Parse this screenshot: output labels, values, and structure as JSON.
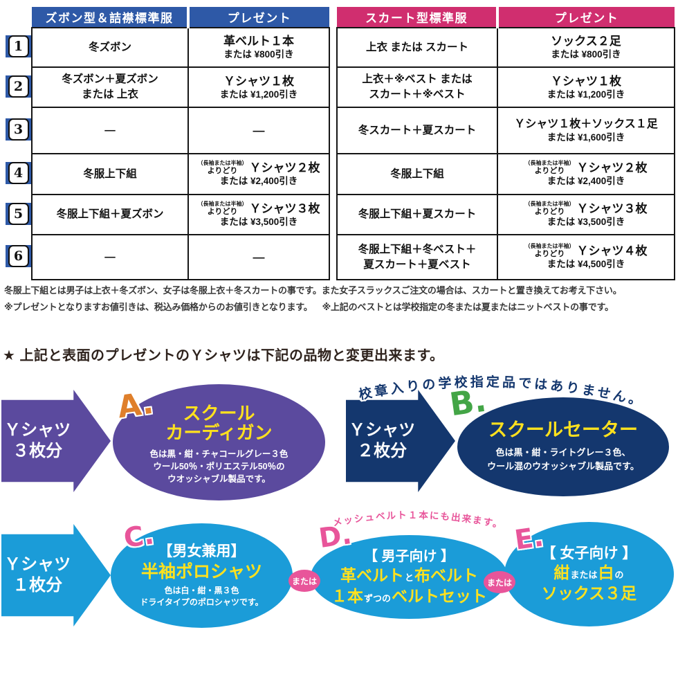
{
  "table": {
    "headers": {
      "boy_item": "ズボン型＆詰襟標準服",
      "boy_present": "プレゼント",
      "girl_item": "スカート型標準服",
      "girl_present": "プレゼント"
    },
    "rows": [
      {
        "num": "1",
        "boy_item_1": "冬ズボン",
        "boy_item_2": "",
        "boy_main": "革ベルト１本",
        "boy_sub": "または ¥800引き",
        "girl_item_1": "上衣 または スカート",
        "girl_item_2": "",
        "girl_main": "ソックス２足",
        "girl_sub": "または ¥800引き"
      },
      {
        "num": "2",
        "boy_item_1": "冬ズボン＋夏ズボン",
        "boy_item_2": "または 上衣",
        "boy_main": "Ｙシャツ１枚",
        "boy_sub": "または ¥1,200引き",
        "girl_item_1": "上衣＋※ベスト または",
        "girl_item_2": "スカート＋※ベスト",
        "girl_main": "Ｙシャツ１枚",
        "girl_sub": "または ¥1,200引き"
      },
      {
        "num": "3",
        "boy_item_1": "—",
        "boy_item_2": "",
        "boy_main": "—",
        "boy_sub": "",
        "girl_item_1": "冬スカート＋夏スカート",
        "girl_item_2": "",
        "girl_main": "Ｙシャツ１枚＋ソックス１足",
        "girl_sub": "または ¥1,600引き"
      },
      {
        "num": "4",
        "boy_item_1": "冬服上下組",
        "boy_item_2": "",
        "boy_note_top": "（長袖または半袖）",
        "boy_note_bot": "よりどり",
        "boy_main": "Ｙシャツ２枚",
        "boy_sub": "または ¥2,400引き",
        "girl_item_1": "冬服上下組",
        "girl_item_2": "",
        "girl_note_top": "（長袖または半袖）",
        "girl_note_bot": "よりどり",
        "girl_main": "Ｙシャツ２枚",
        "girl_sub": "または ¥2,400引き"
      },
      {
        "num": "5",
        "boy_item_1": "冬服上下組＋夏ズボン",
        "boy_item_2": "",
        "boy_note_top": "（長袖または半袖）",
        "boy_note_bot": "よりどり",
        "boy_main": "Ｙシャツ３枚",
        "boy_sub": "または ¥3,500引き",
        "girl_item_1": "冬服上下組＋夏スカート",
        "girl_item_2": "",
        "girl_note_top": "（長袖または半袖）",
        "girl_note_bot": "よりどり",
        "girl_main": "Ｙシャツ３枚",
        "girl_sub": "または ¥3,500引き"
      },
      {
        "num": "6",
        "boy_item_1": "—",
        "boy_item_2": "",
        "boy_main": "—",
        "boy_sub": "",
        "girl_item_1": "冬服上下組＋冬ベスト＋",
        "girl_item_2": "夏スカート＋夏ベスト",
        "girl_note_top": "（長袖または半袖）",
        "girl_note_bot": "よりどり",
        "girl_main": "Ｙシャツ４枚",
        "girl_sub": "または ¥4,500引き"
      }
    ]
  },
  "footnotes": {
    "line1": "冬服上下組とは男子は上衣＋冬ズボン、女子は冬服上衣＋冬スカートの事です。また女子スラックスご注文の場合は、スカートと置き換えてお考え下さい。",
    "line2a": "※プレゼントとなりますお値引きは、税込み価格からのお値引きとなります。",
    "line2b": "※上記のベストとは学校指定の冬または夏またはニットベストの事です。"
  },
  "heading": {
    "text": "★ 上記と表面のプレゼントのＹシャツは下記の品物と変更出来ます。"
  },
  "blocks": {
    "or_label": "または",
    "a": {
      "arrow_line1": "Ｙシャツ",
      "arrow_line2": "３枚分",
      "letter": "A.",
      "title_1": "スクール",
      "title_2": "カーディガン",
      "body_1": "色は黒・紺・チャコールグレー３色",
      "body_2": "ウール50％・ポリエステル50％の",
      "body_3": "ウオッシャブル製品です。"
    },
    "b": {
      "arrow_line1": "Ｙシャツ",
      "arrow_line2": "２枚分",
      "letter": "B.",
      "arc_note": "校章入りの学校指定品ではありません。",
      "title": "スクールセーター",
      "body_1": "色は黒・紺・ライトグレー３色、",
      "body_2": "ウール混のウオッシャブル製品です。"
    },
    "c": {
      "arrow_line1": "Ｙシャツ",
      "arrow_line2": "１枚分",
      "letter": "C.",
      "tag": "【男女兼用】",
      "title": "半袖ポロシャツ",
      "body_1": "色は白・紺・黒３色",
      "body_2": "ドライタイプのポロシャツです。"
    },
    "d": {
      "letter": "D.",
      "arc_note": "メッシュベルト１本にも出来ます。",
      "tag": "【 男子向け 】",
      "line1_a": "革ベルト",
      "line1_b": "と",
      "line1_c": "布ベルト",
      "line2_a": "１本",
      "line2_b": "ずつの",
      "line2_c": "ベルトセット"
    },
    "e": {
      "letter": "E.",
      "tag": "【 女子向け 】",
      "line1_a": "紺",
      "line1_b": "または",
      "line1_c": "白",
      "line1_d": "の",
      "line2": "ソックス３足"
    }
  },
  "colors": {
    "table_navy": "#2e59a7",
    "table_pink": "#d02e6f",
    "block_purple": "#5b4a9e",
    "block_navy": "#14376e",
    "block_blue": "#1b9cd8",
    "accent_yellow": "#ffe11e",
    "accent_orange": "#df7f2b",
    "accent_green": "#43a546",
    "accent_pink": "#e8559a"
  }
}
